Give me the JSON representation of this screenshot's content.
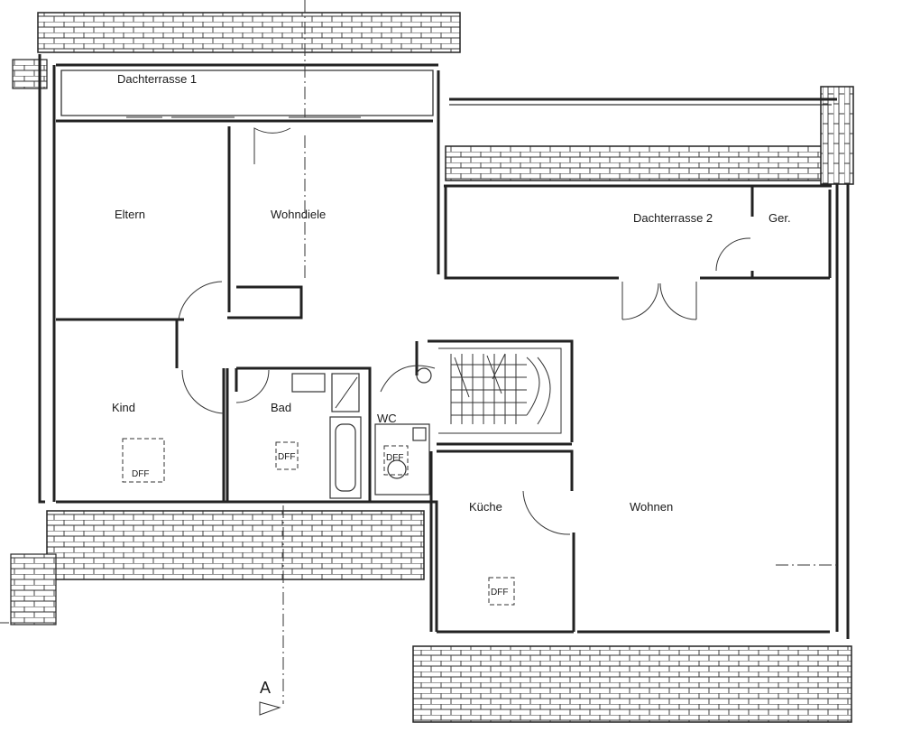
{
  "plan": {
    "rooms": {
      "dachterrasse1": "Dachterrasse 1",
      "eltern": "Eltern",
      "wohndiele": "Wohndiele",
      "dachterrasse2": "Dachterrasse 2",
      "ger": "Ger.",
      "kind": "Kind",
      "bad": "Bad",
      "wc": "WC",
      "kueche": "Küche",
      "wohnen": "Wohnen"
    },
    "skylight_label": "DFF",
    "section_marker": "A"
  },
  "colors": {
    "line": "#222222",
    "background": "#ffffff"
  }
}
